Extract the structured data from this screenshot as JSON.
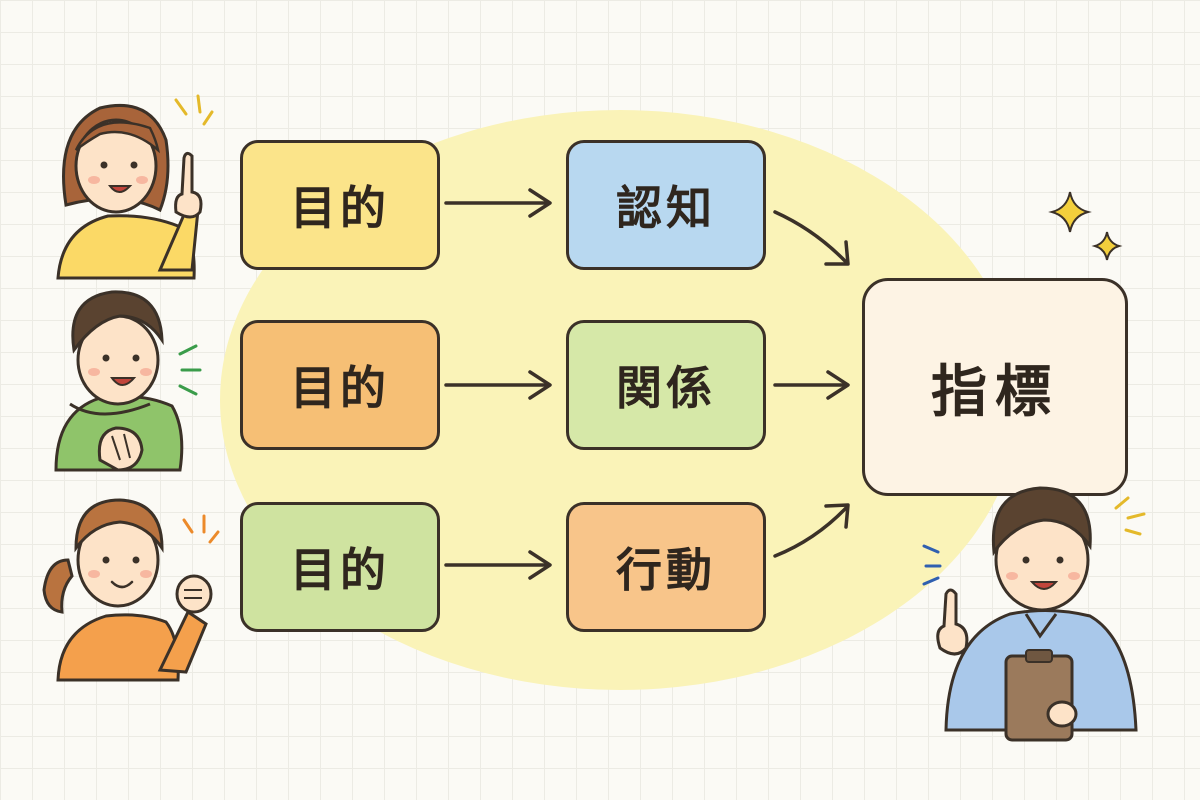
{
  "colors": {
    "outline": "#3b3128",
    "highlight": "#faf3b8",
    "goal_yellow": "#fbe48a",
    "goal_orange": "#f6bf75",
    "goal_green": "#cfe3a0",
    "awareness_blue": "#b8d8f0",
    "relationship_green": "#d6e8a8",
    "action_orange": "#f8c58a",
    "kpi_cream": "#fdf3e4"
  },
  "diagram": {
    "goals": [
      {
        "label": "目的",
        "color": "#fbe48a"
      },
      {
        "label": "目的",
        "color": "#f6bf75"
      },
      {
        "label": "目的",
        "color": "#cfe3a0"
      }
    ],
    "stages": [
      {
        "label": "認知",
        "color": "#b8d8f0"
      },
      {
        "label": "関係",
        "color": "#d6e8a8"
      },
      {
        "label": "行動",
        "color": "#f8c58a"
      }
    ],
    "kpi": {
      "label": "指標",
      "color": "#fdf3e4"
    }
  },
  "people": [
    {
      "name": "woman-pointing",
      "shirt": "#fbd966",
      "hair": "#a8643a"
    },
    {
      "name": "boy-green-hoodie",
      "shirt": "#8fc46a",
      "hair": "#5a4330"
    },
    {
      "name": "girl-fist",
      "shirt": "#f4a04c",
      "hair": "#b9733f"
    },
    {
      "name": "man-clipboard",
      "shirt": "#a9c8ea",
      "hair": "#5a4330"
    }
  ]
}
